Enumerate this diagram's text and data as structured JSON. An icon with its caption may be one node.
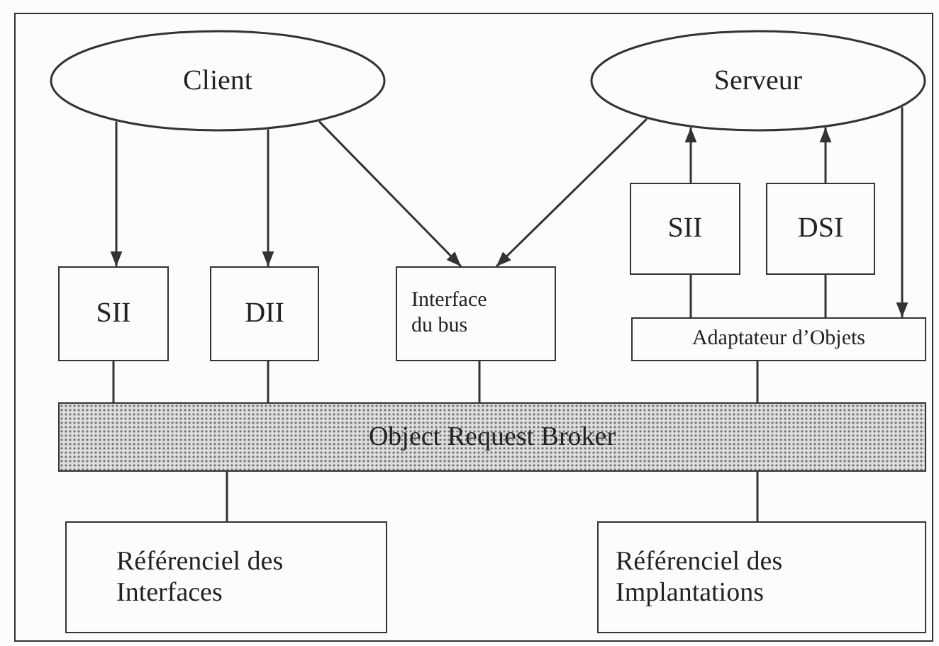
{
  "diagram": {
    "nodes": [
      {
        "text": [
          "Client"
        ]
      },
      {
        "text": [
          "Serveur"
        ]
      },
      {
        "text": [
          "SII"
        ]
      },
      {
        "text": [
          "DII"
        ]
      },
      {
        "text": [
          "Interface du bus"
        ]
      },
      {
        "text": [
          "SII"
        ]
      },
      {
        "text": [
          "DSI"
        ]
      },
      {
        "text": [
          "Adaptateur d’Objets"
        ]
      },
      {
        "text": [
          "Object Request Broker"
        ]
      },
      {
        "text": [
          "Référenciel des Interfaces"
        ]
      },
      {
        "text": [
          "Référenciel des Implantations"
        ]
      }
    ],
    "edges": [
      {
        "from": 0,
        "to": 2,
        "arrow": "to"
      },
      {
        "from": 0,
        "to": 3,
        "arrow": "to"
      },
      {
        "from": 0,
        "to": 4,
        "arrow": "to"
      },
      {
        "from": 1,
        "to": 4,
        "arrow": "to"
      },
      {
        "from": 5,
        "to": 1,
        "arrow": "to"
      },
      {
        "from": 6,
        "to": 1,
        "arrow": "to"
      },
      {
        "from": 1,
        "to": 7,
        "arrow": "to"
      },
      {
        "from": 5,
        "to": 7,
        "arrow": "none"
      },
      {
        "from": 6,
        "to": 7,
        "arrow": "none"
      },
      {
        "from": 2,
        "to": 8,
        "arrow": "none"
      },
      {
        "from": 3,
        "to": 8,
        "arrow": "none"
      },
      {
        "from": 4,
        "to": 8,
        "arrow": "none"
      },
      {
        "from": 7,
        "to": 8,
        "arrow": "none"
      },
      {
        "from": 8,
        "to": 9,
        "arrow": "none"
      },
      {
        "from": 8,
        "to": 10,
        "arrow": "none"
      }
    ]
  }
}
